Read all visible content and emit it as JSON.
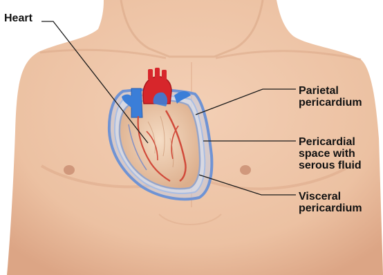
{
  "labels": {
    "heart": "Heart",
    "parietal": [
      "Parietal",
      "pericardium"
    ],
    "space": [
      "Pericardial",
      "space with",
      "serous fluid"
    ],
    "visceral": [
      "Visceral",
      "pericardium"
    ]
  },
  "colors": {
    "skin": "#eec4a6",
    "skin_shadow": "#d9a585",
    "pericardium": "#7f9fd6",
    "heart_muscle": "#e9c3a4",
    "artery_red": "#d7262b",
    "vein_blue": "#3b7ed8",
    "leader_line": "#1a1a1a"
  }
}
